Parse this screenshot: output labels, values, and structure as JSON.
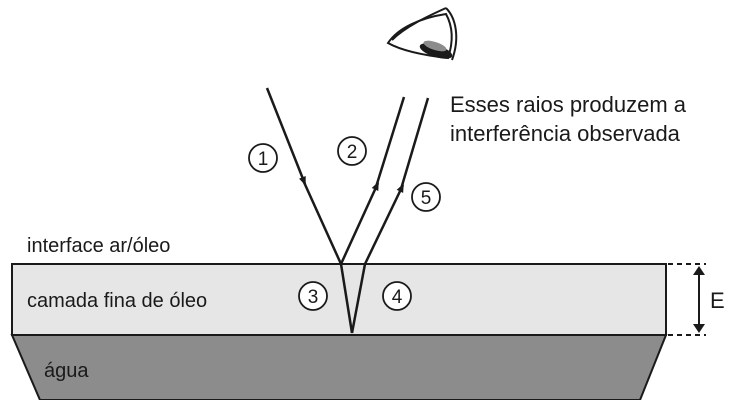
{
  "diagram": {
    "caption_line1": "Esses raios produzem a",
    "caption_line2": "interferência observada",
    "interface_label": "interface ar/óleo",
    "layer_label": "camada fina de óleo",
    "water_label": "água",
    "thickness_label": "E",
    "rays": [
      {
        "number": "1"
      },
      {
        "number": "2"
      },
      {
        "number": "3"
      },
      {
        "number": "4"
      },
      {
        "number": "5"
      }
    ],
    "colors": {
      "oil_fill": "#e6e6e6",
      "water_fill": "#8c8c8c",
      "ink": "#1a1a1a"
    },
    "icons": [
      "eye-icon"
    ]
  }
}
